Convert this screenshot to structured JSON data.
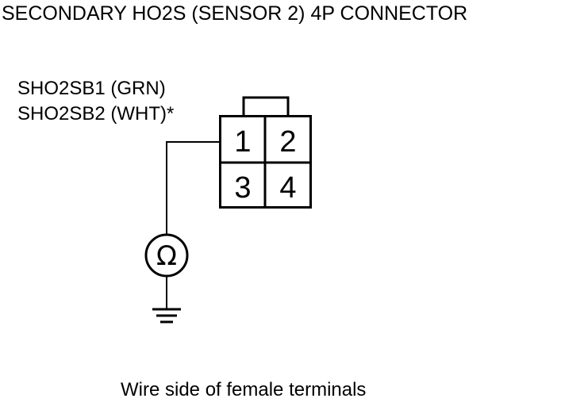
{
  "title": "SECONDARY HO2S (SENSOR 2) 4P CONNECTOR",
  "wire_labels": [
    "SHO2SB1 (GRN)",
    "SHO2SB2 (WHT)*"
  ],
  "connector": {
    "pins": [
      "1",
      "2",
      "3",
      "4"
    ]
  },
  "meter": {
    "symbol": "Ω"
  },
  "footer": "Wire side of female terminals"
}
